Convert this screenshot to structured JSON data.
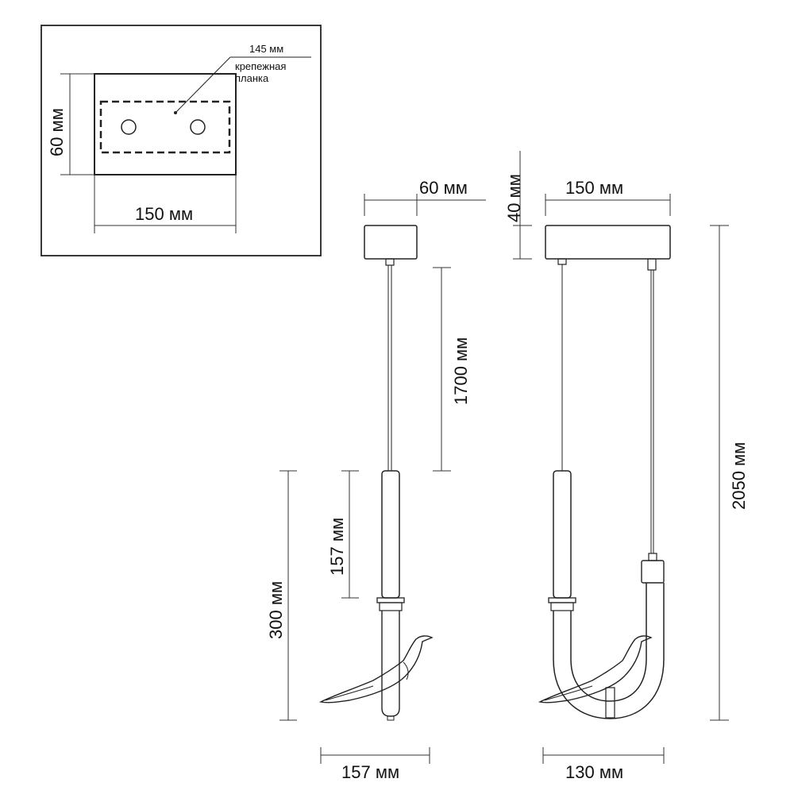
{
  "mounting_plate": {
    "label_width": "150 мм",
    "label_height": "60 мм",
    "label_bracket": "145 мм",
    "label_bracket_name_line1": "крепежная",
    "label_bracket_name_line2": "планка"
  },
  "front_view": {
    "label_canopy_height": "60 мм",
    "label_cable": "1700 мм",
    "label_tube": "157 мм",
    "label_body": "300 мм",
    "label_width": "157 мм"
  },
  "side_view": {
    "label_canopy_depth": "40 мм",
    "label_canopy_width": "150 мм",
    "label_total": "2050 мм",
    "label_width": "130 мм"
  },
  "colors": {
    "line": "#222222",
    "dimension": "#333333",
    "text": "#111111"
  }
}
